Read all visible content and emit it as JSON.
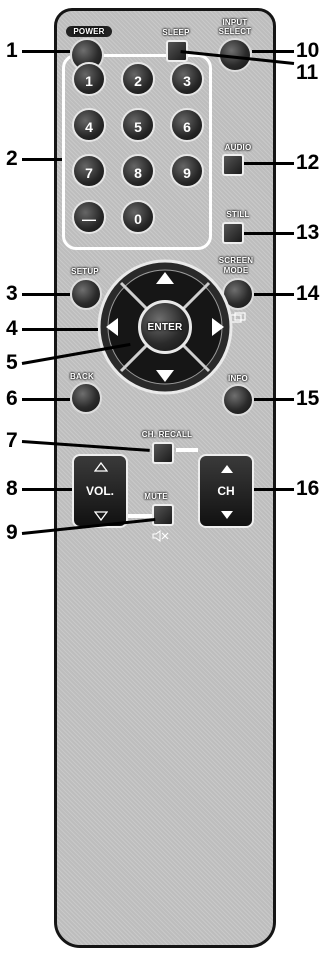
{
  "buttons": {
    "power": "POWER",
    "sleep": "SLEEP",
    "input_select_line1": "INPUT",
    "input_select_line2": "SELECT",
    "audio": "AUDIO",
    "still": "STILL",
    "setup": "SETUP",
    "screen_mode_line1": "SCREEN",
    "screen_mode_line2": "MODE",
    "enter": "ENTER",
    "back": "BACK",
    "info": "INFO",
    "ch_recall": "CH. RECALL",
    "vol": "VOL.",
    "ch": "CH",
    "mute": "MUTE"
  },
  "numpad": [
    "1",
    "2",
    "3",
    "4",
    "5",
    "6",
    "7",
    "8",
    "9",
    "—",
    "0"
  ],
  "callouts": [
    "1",
    "2",
    "3",
    "4",
    "5",
    "6",
    "7",
    "8",
    "9",
    "10",
    "11",
    "12",
    "13",
    "14",
    "15",
    "16"
  ],
  "icons": {
    "screen_mode": "screen-mode-icon",
    "mute": "mute-speaker-icon"
  }
}
